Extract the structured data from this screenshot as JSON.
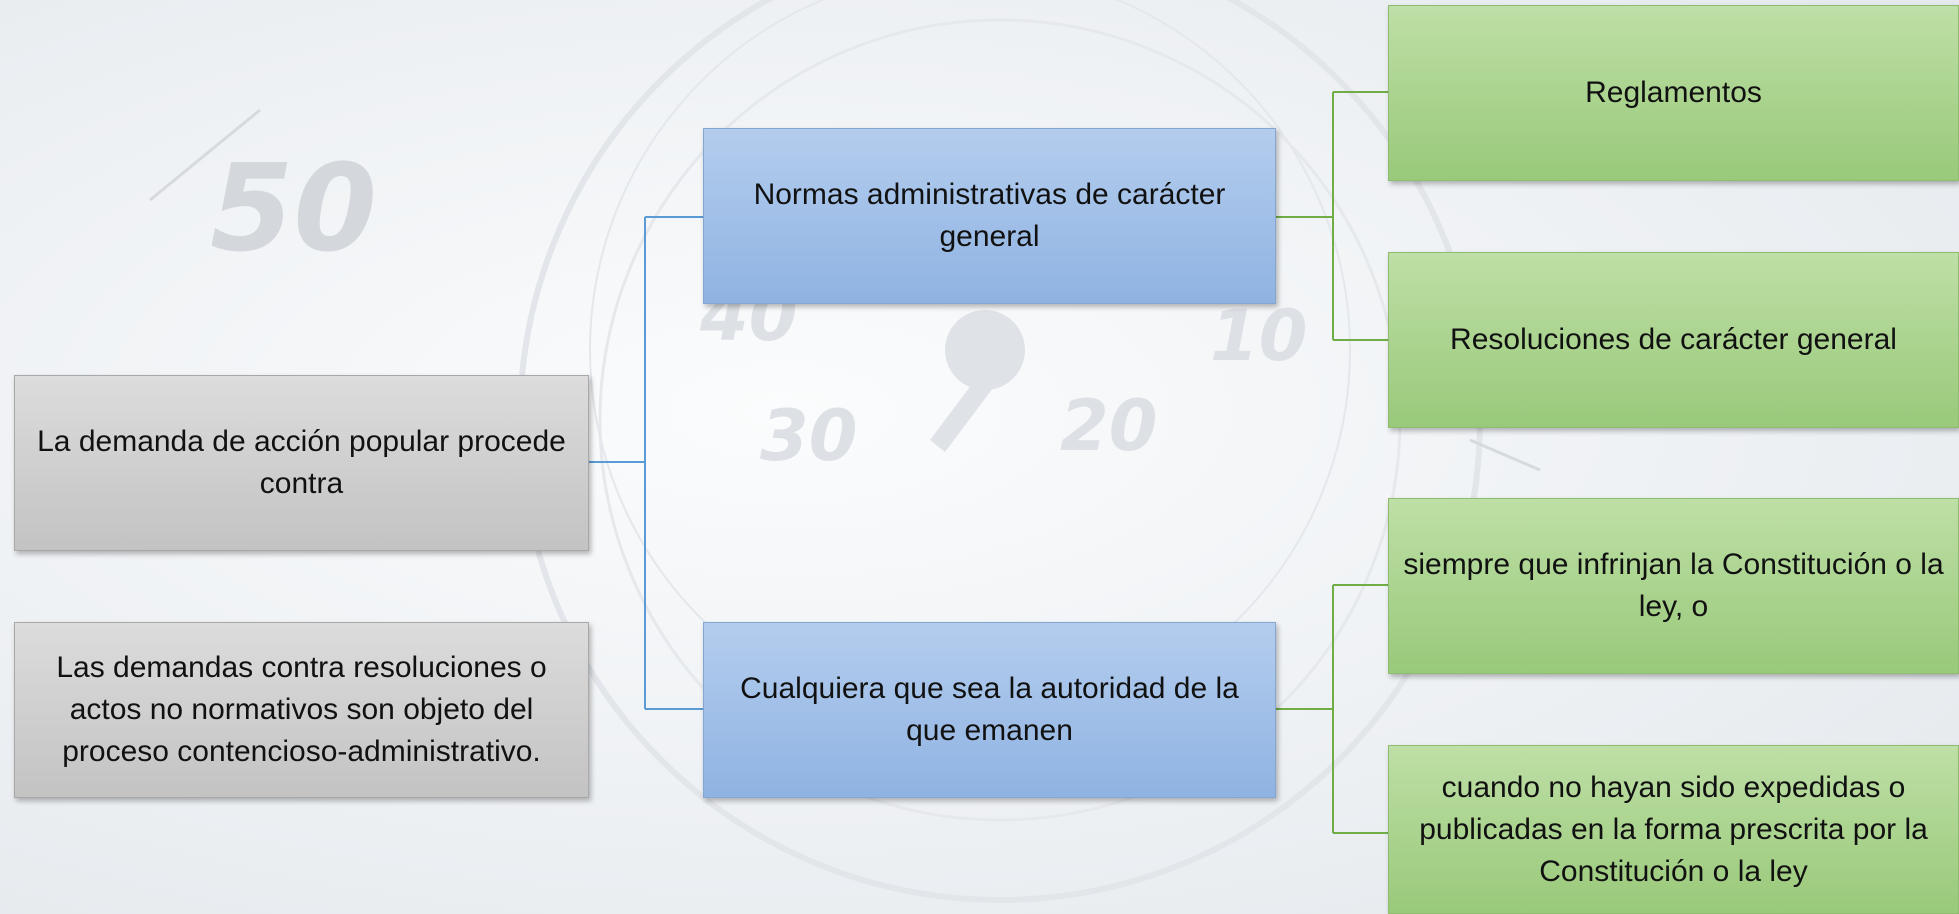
{
  "diagram": {
    "root": {
      "text": "La demanda de acción popular procede contra"
    },
    "note": {
      "text": "Las demandas contra resoluciones o actos no normativos son objeto del proceso contencioso-administrativo."
    },
    "branches": [
      {
        "text": "Normas administrativas de carácter general",
        "children": [
          {
            "text": "Reglamentos"
          },
          {
            "text": "Resoluciones de carácter general"
          }
        ]
      },
      {
        "text": "Cualquiera que sea la autoridad de la que emanen",
        "children": [
          {
            "text": "siempre que infrinjan la Constitución o la ley, o"
          },
          {
            "text": "cuando no hayan sido expedidas o publicadas en la forma prescrita por la Constitución o la ley"
          }
        ]
      }
    ],
    "background_dial_numbers": [
      "50",
      "40",
      "30",
      "20",
      "10"
    ],
    "colors": {
      "root_fill": "#c9c9c9",
      "branch_fill": "#a3c1e9",
      "leaf_fill": "#acd48e",
      "blue_connector": "#5b9bd5",
      "green_connector": "#70ad47"
    }
  }
}
